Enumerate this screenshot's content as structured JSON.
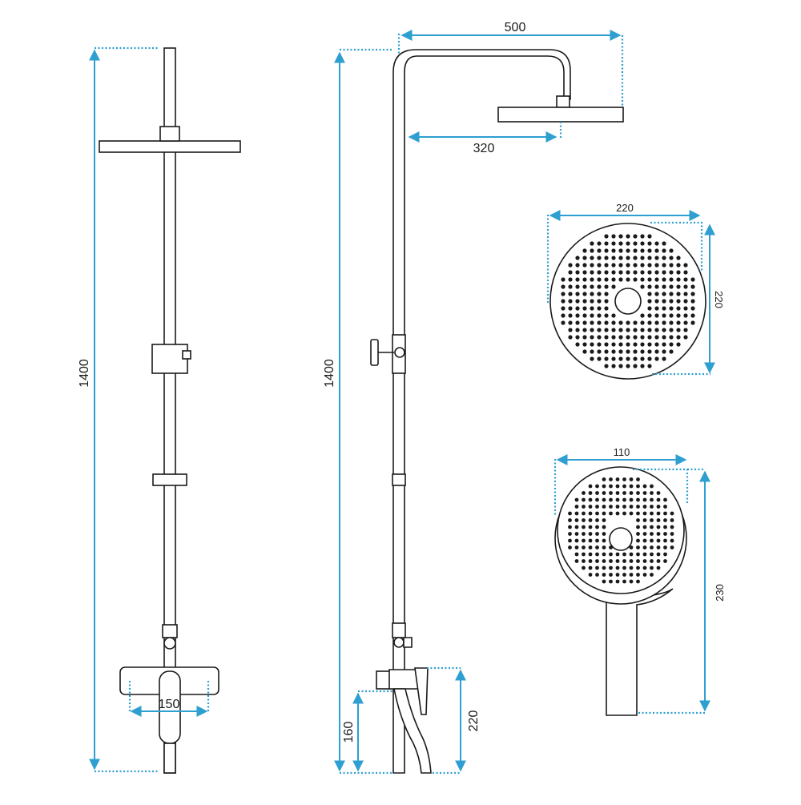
{
  "dimensions": {
    "front_height": "1400",
    "mixer_width": "150",
    "side_height": "1400",
    "overall_reach": "500",
    "arm_length": "320",
    "spout_height_low": "160",
    "spout_height_high": "220",
    "head_width": "220",
    "head_height": "220",
    "hand_width": "110",
    "hand_length": "230"
  },
  "colors": {
    "dimension_line": "#2e9fd0",
    "outline": "#1a1a1a",
    "background": "#ffffff"
  }
}
